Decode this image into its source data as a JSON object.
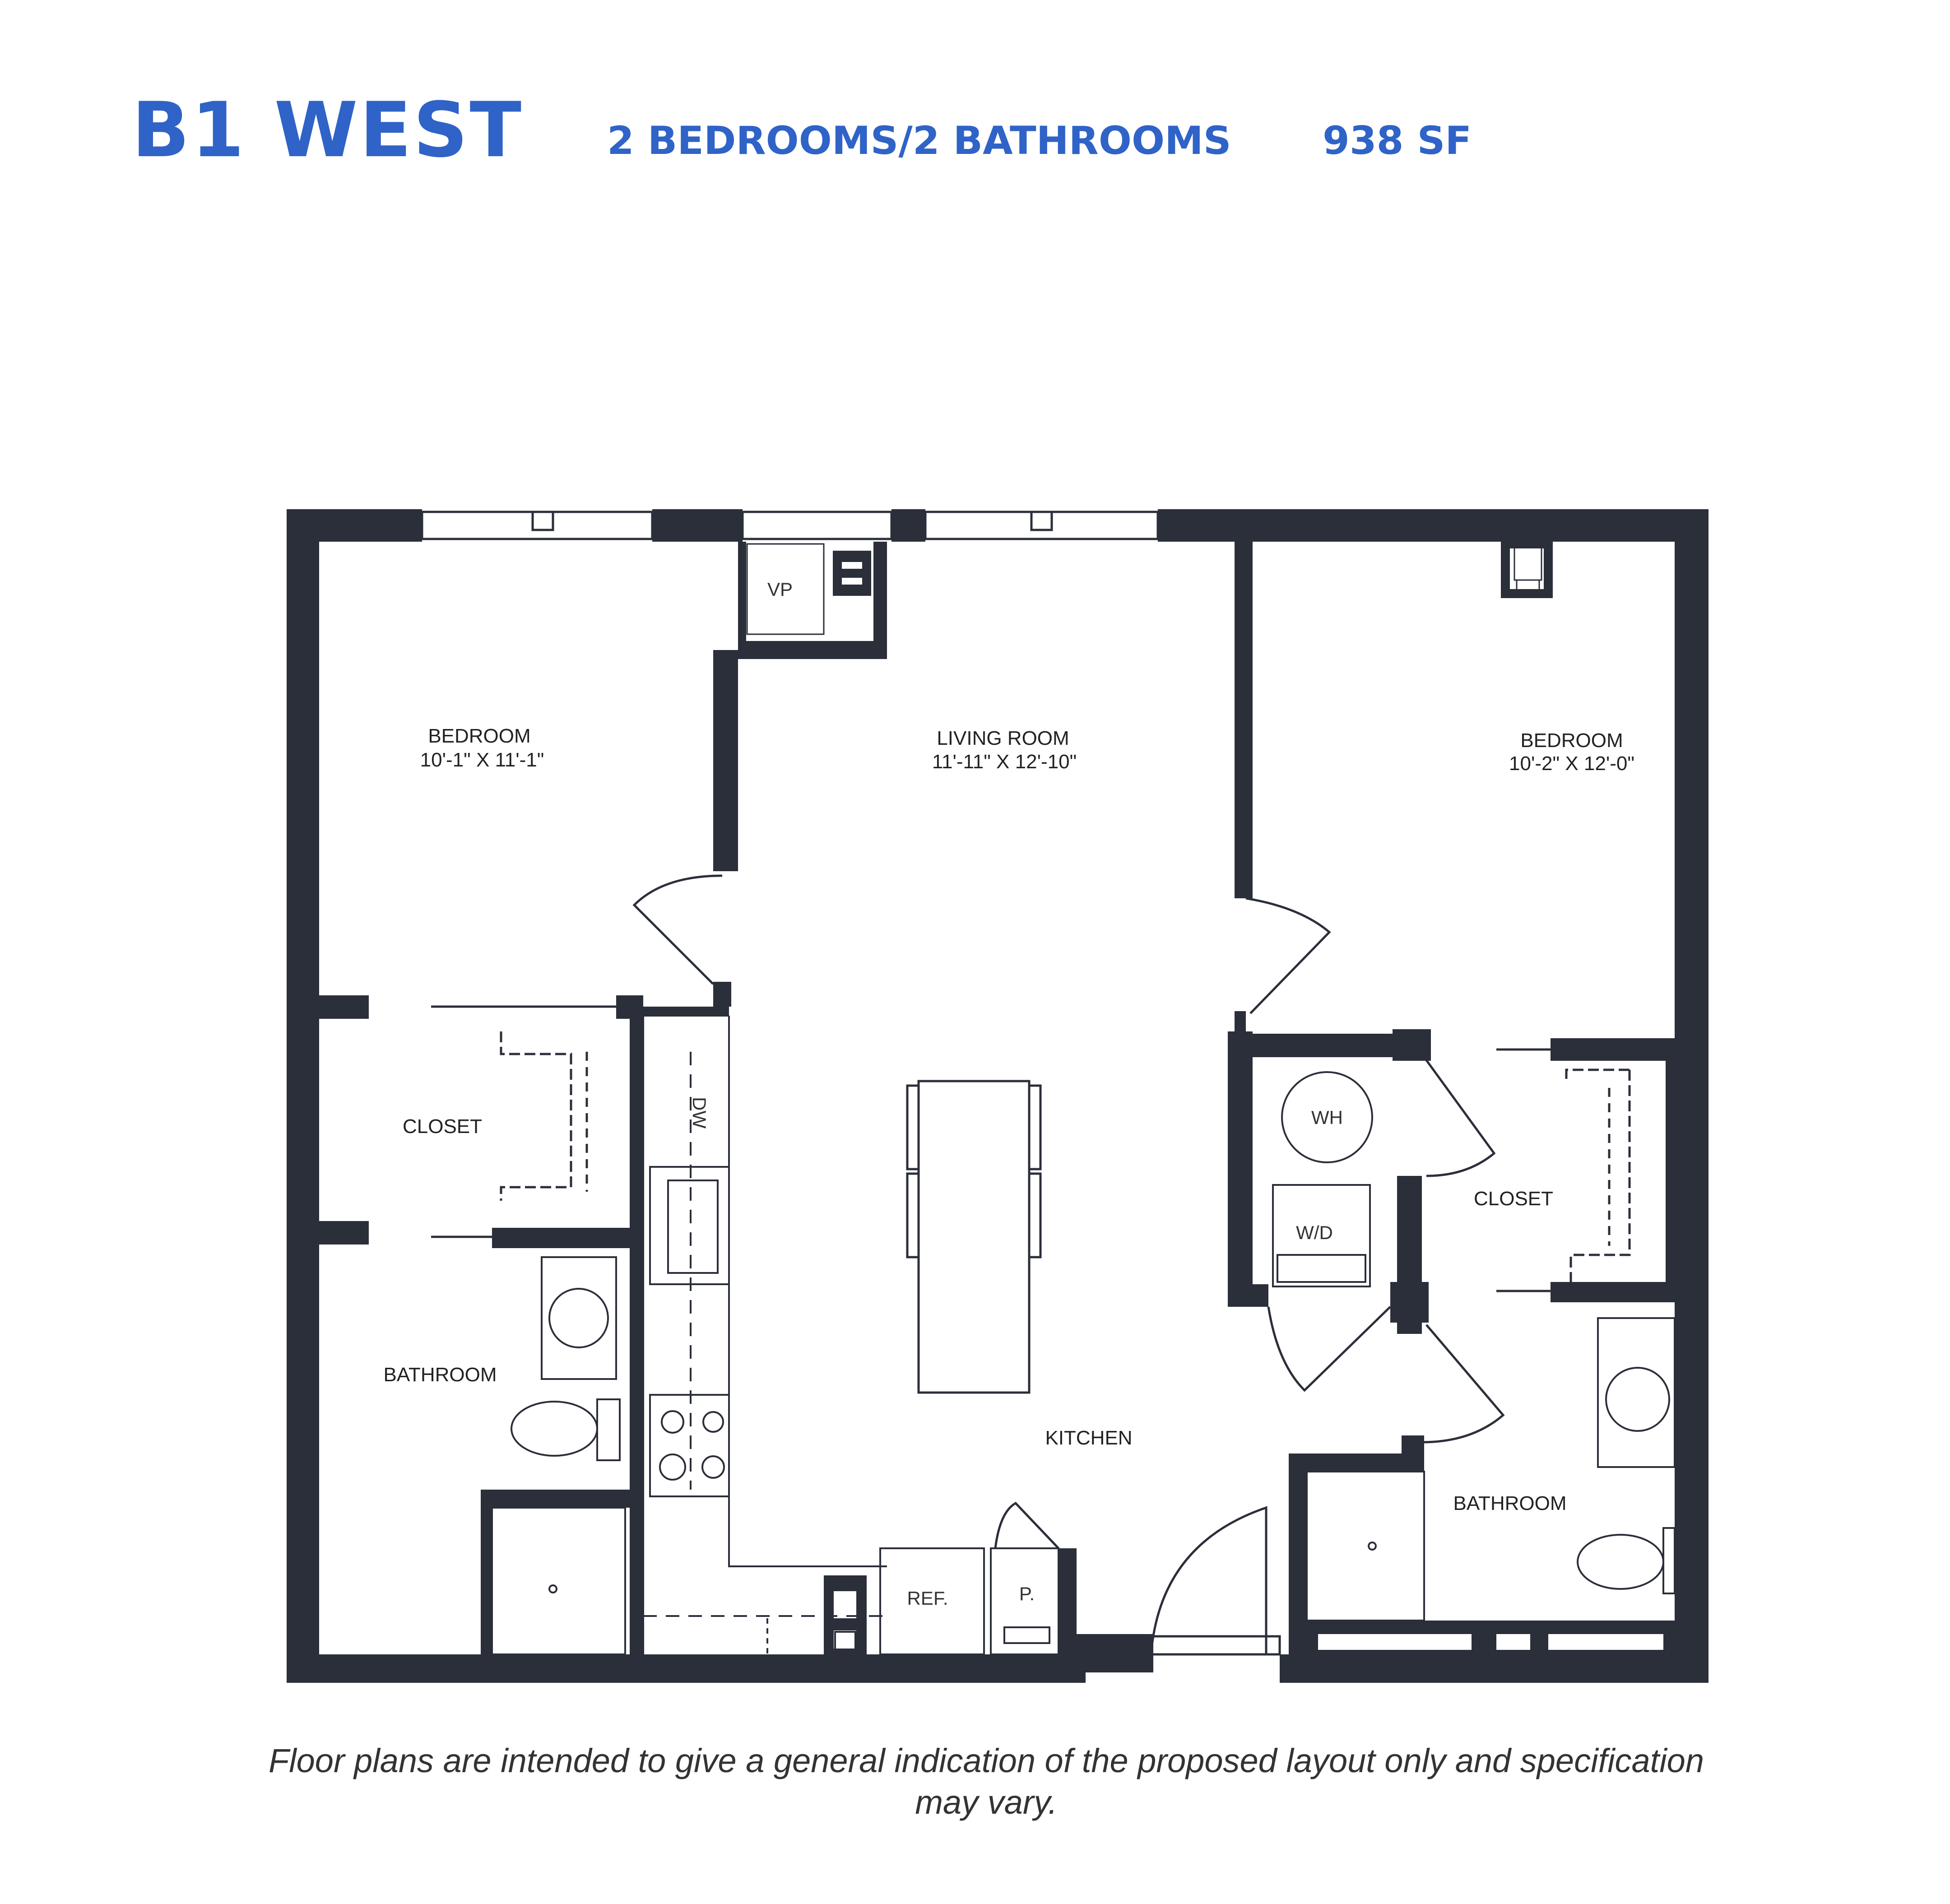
{
  "header": {
    "plan_name": "B1 WEST",
    "bed_bath": "2 BEDROOMS/2 BATHROOMS",
    "area": "938 SF",
    "accent_color": "#2f63c7"
  },
  "rooms": {
    "left_bedroom": {
      "name": "BEDROOM",
      "size": "10'-1\" X 11'-1\""
    },
    "living_room": {
      "name": "LIVING ROOM",
      "size": "11'-11\" X 12'-10\""
    },
    "right_bedroom": {
      "name": "BEDROOM",
      "size": "10'-2\" X 12'-0\""
    },
    "left_closet": "CLOSET",
    "right_closet": "CLOSET",
    "left_bathroom": "BATHROOM",
    "right_bathroom": "BATHROOM",
    "kitchen": "KITCHEN"
  },
  "fixtures": {
    "vp": "VP",
    "dw": "DW",
    "wh": "WH",
    "wd": "W/D",
    "ref": "REF.",
    "pantry": "P."
  },
  "wall_color": "#2b2f3a",
  "disclaimer": "Floor plans are intended to give a general indication of the proposed layout only and specification may vary."
}
